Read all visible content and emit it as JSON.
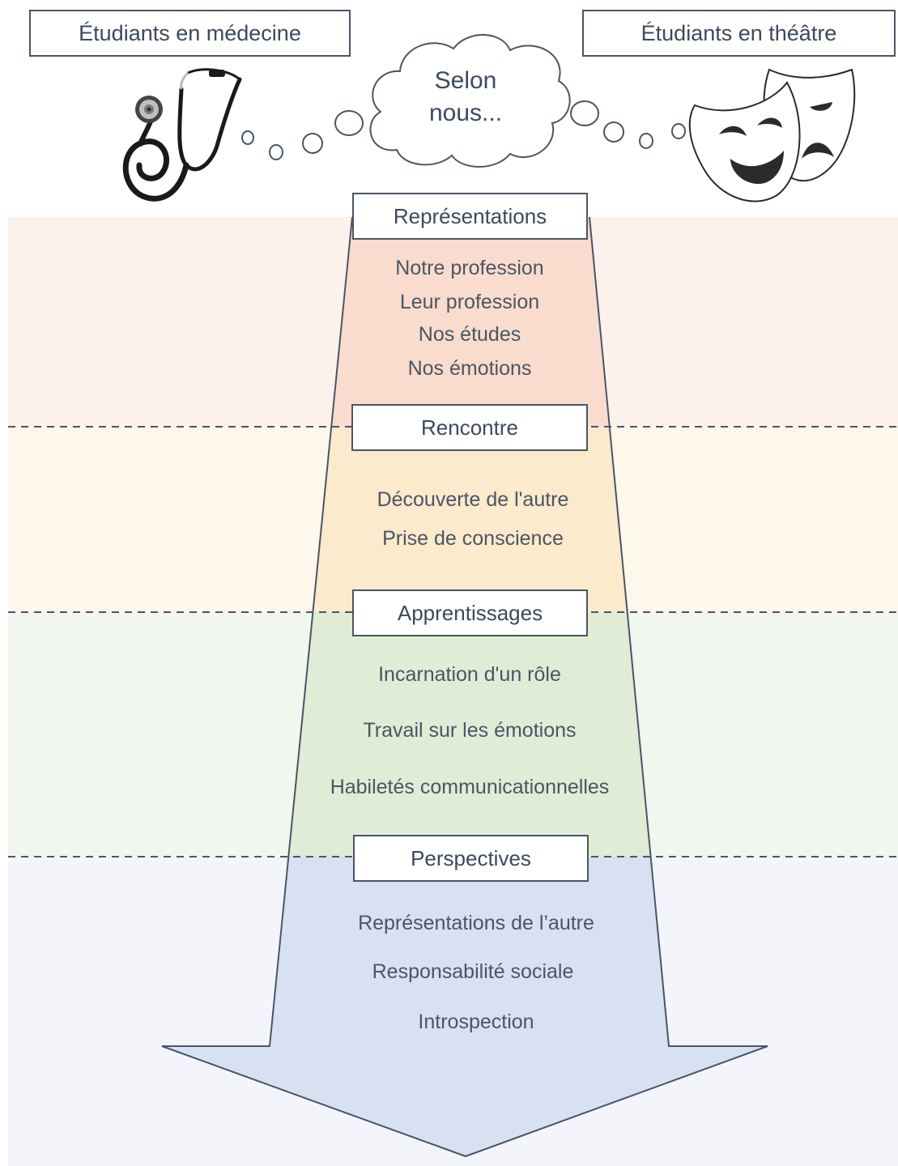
{
  "groups": {
    "medecine": "Étudiants en médecine",
    "theatre": "Étudiants en théâtre"
  },
  "cloud": {
    "line1": "Selon",
    "line2": "nous..."
  },
  "stages": [
    {
      "label": "Représentations",
      "color": "#f9dccd",
      "items": [
        "Notre profession",
        "Leur profession",
        "Nos études",
        "Nos émotions"
      ]
    },
    {
      "label": "Rencontre",
      "color": "#fbeacb",
      "items": [
        "Découverte de l'autre",
        "Prise de conscience"
      ]
    },
    {
      "label": "Apprentissages",
      "color": "#e0ecd6",
      "items": [
        "Incarnation d'un rôle",
        "Travail sur les émotions",
        "Habiletés communicationnelles"
      ]
    },
    {
      "label": "Perspectives",
      "color": "#d7e1f1",
      "items": [
        "Représentations de l’autre",
        "Responsabilité sociale",
        "Introspection"
      ]
    }
  ],
  "icons": [
    "stethoscope-icon",
    "theatre-masks-icon",
    "thought-cloud-icon"
  ]
}
